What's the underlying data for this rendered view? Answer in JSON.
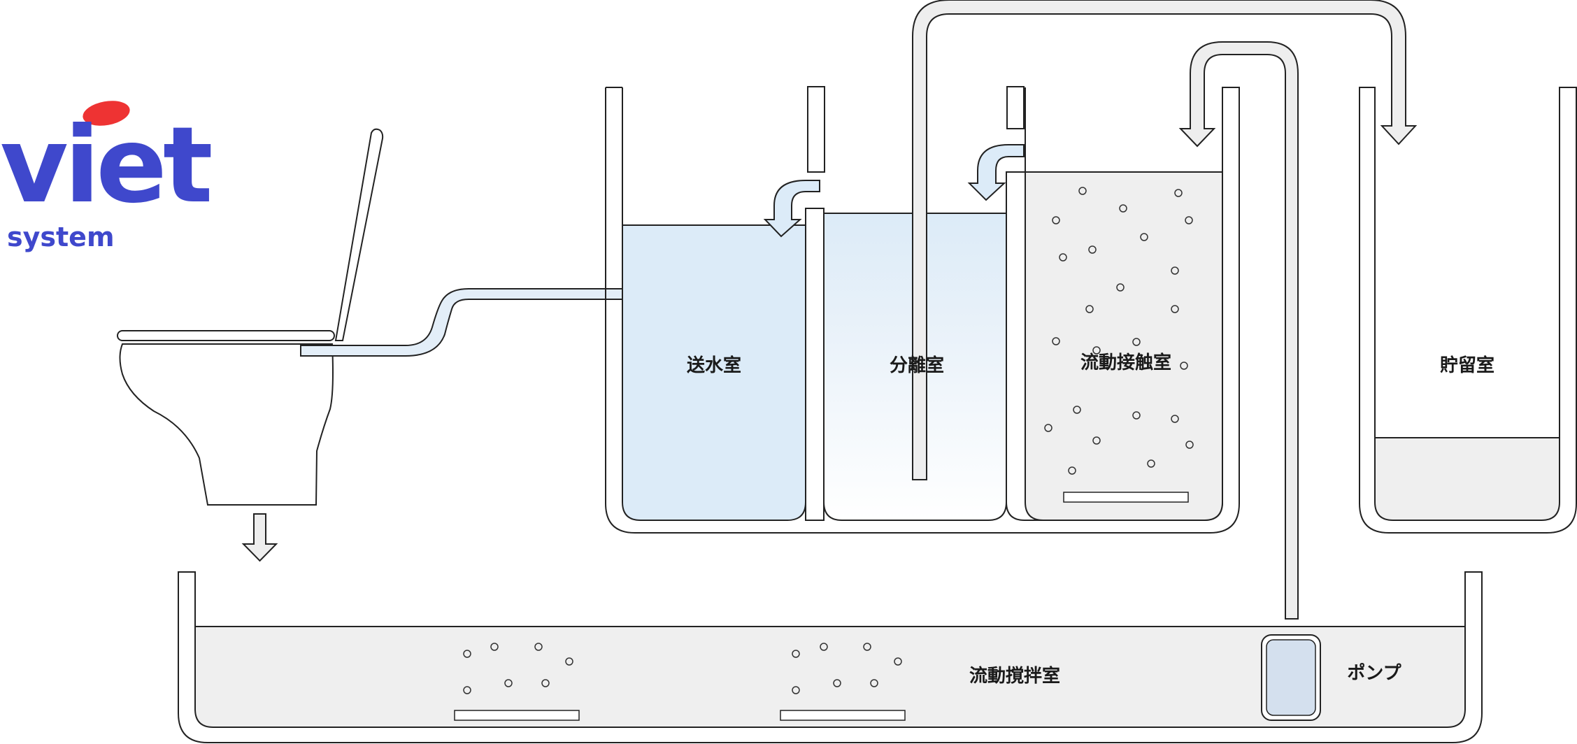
{
  "logo": {
    "name": "viet",
    "tagline": "system",
    "colors": {
      "brand": "#3f48cc",
      "dot": "#ee3333"
    }
  },
  "chambers": {
    "feed": "送水室",
    "separation": "分離室",
    "contact": "流動接触室",
    "storage": "貯留室",
    "agitation": "流動撹拌室",
    "pump": "ポンプ"
  },
  "colors": {
    "outline": "#222222",
    "water": "#dcebf8",
    "sludge": "#efefef",
    "pipe": "#e6eef7",
    "pump": "#d4e0ee"
  }
}
